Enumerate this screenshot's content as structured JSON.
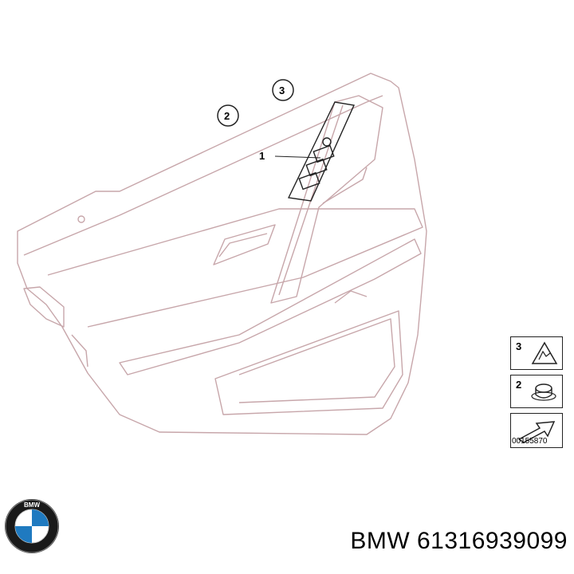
{
  "diagram": {
    "callouts": [
      {
        "id": "callout-1",
        "label": "1"
      },
      {
        "id": "callout-2",
        "label": "2"
      },
      {
        "id": "callout-3",
        "label": "3"
      }
    ]
  },
  "legend": {
    "items": [
      {
        "number": "3",
        "icon": "warning-triangle-icon"
      },
      {
        "number": "2",
        "icon": "nut-icon"
      },
      {
        "number": "",
        "icon": "arrow-icon"
      }
    ],
    "code": "00155870"
  },
  "logo": {
    "text": "BMW"
  },
  "caption": "BMW 61316939099",
  "colors": {
    "line": "#c7a6aa",
    "dark": "#222222"
  }
}
